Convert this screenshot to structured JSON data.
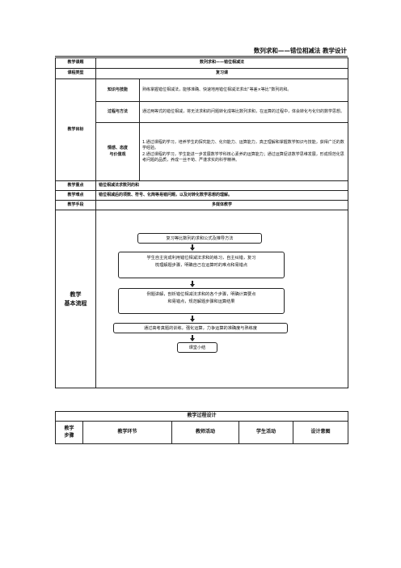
{
  "title": "数列求和——错位相减法 教学设计",
  "plan": {
    "topic": {
      "label": "教学课题",
      "value": "数列求和——错位相减法"
    },
    "type": {
      "label": "课程类型",
      "value": "复习课"
    },
    "goals": {
      "label": "教学目标",
      "knowledge": {
        "label": "知识与技能",
        "text": "熟练掌握错位相减法，能够准确、快速地用错位相减法求出“等差×等比”数列的和。"
      },
      "process": {
        "label": "过程与方法",
        "text": "通过两等式的错位相减，将无法求和的问题转化成等比数列求和，在运算的过程中，体会转化与化归的数学思想。"
      },
      "emotion": {
        "label_line1": "情感、态度",
        "label_line2": "与价值观",
        "text1": "1.通过课程的学习，培养学生的探究能力、化归能力、运算能力，真正理解和掌握数学知识与技能，获得广泛的数学经验。",
        "text2": "2.通过课程的学习，学生能进一步发展数学学科核心素养的运算能力；通过运算促进数学思维发展，形成规范化思考问题的品质，养成一丝不苟、严谨求实的科学精神。"
      }
    },
    "key_point": {
      "label": "教学重点",
      "value": "错位相减法求数列的和"
    },
    "difficulty": {
      "label": "教学难点",
      "value": "错位相减后的项数、符号、化简等易错问题，以及对转化数学思想的理解。"
    },
    "means": {
      "label": "教学手段",
      "value": "多媒体教学"
    },
    "flow": {
      "label_line1": "教学",
      "label_line2": "基本流程",
      "step1": "复习等比数列的求和公式及推导方法",
      "step2_line1": "学生自主完成利用错位相减法求和的练习，自主纠错，复习",
      "step2_line2": "梳理解题步骤，明确自己在运算时的难点和易错点",
      "step3_line1": "例题讲解，剖析错位相减法求和的各个步骤，明确计算要点",
      "step3_line2": "和易错点，规范解题步骤和运算结果",
      "step4": "通过高考真题的训练，强化运算，力争运算的准确度与熟练度",
      "step5": "课堂小结"
    }
  },
  "process": {
    "title": "教学过程设计",
    "col_step_line1": "教学",
    "col_step_line2": "步骤",
    "col_segment": "教学环节",
    "col_teacher": "教师活动",
    "col_student": "学生活动",
    "col_intent": "设计意图"
  }
}
